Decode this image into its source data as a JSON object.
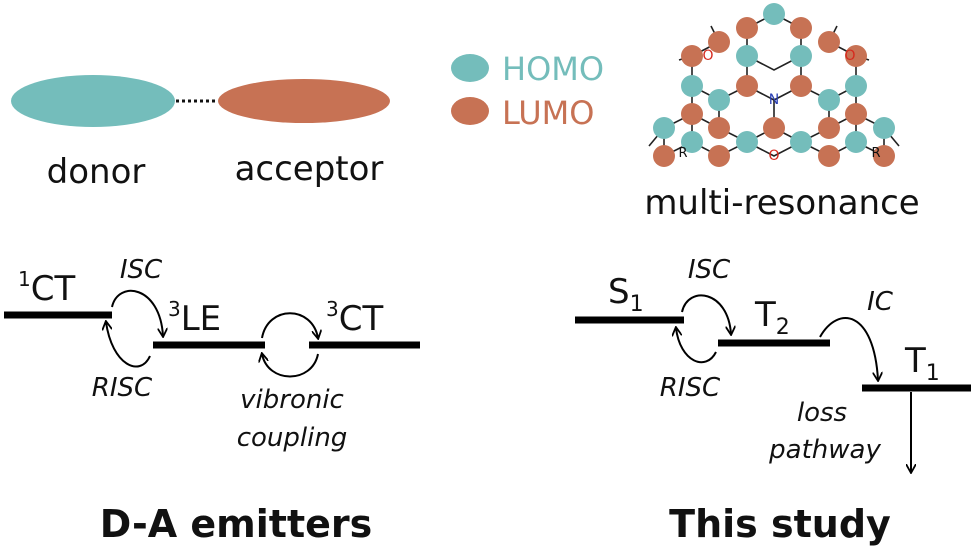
{
  "colors": {
    "homo": "#74bdbb",
    "lumo": "#c77254",
    "line": "#000000",
    "nitrogen": "#2a3fb5",
    "oxygen": "#d62a1e"
  },
  "legend": {
    "homo_label": "HOMO",
    "lumo_label": "LUMO"
  },
  "donor_acceptor": {
    "donor_label": "donor",
    "acceptor_label": "acceptor"
  },
  "molecule": {
    "caption": "multi-resonance",
    "n_atom": "N",
    "o_atom_center": "O",
    "o_atom_left": "O",
    "o_atom_right": "O",
    "r_left": "R",
    "r_right": "R"
  },
  "left_diagram": {
    "state1_main": "CT",
    "state1_sup": "1",
    "state2_main": "LE",
    "state2_sup": "3",
    "state3_main": "CT",
    "state3_sup": "3",
    "isc": "ISC",
    "risc": "RISC",
    "vibronic_line1": "vibronic",
    "vibronic_line2": "coupling",
    "title": "D-A emitters"
  },
  "right_diagram": {
    "state1_main": "S",
    "state1_sub": "1",
    "state2_main": "T",
    "state2_sub": "2",
    "state3_main": "T",
    "state3_sub": "1",
    "isc": "ISC",
    "risc": "RISC",
    "ic": "IC",
    "loss_line1": "loss",
    "loss_line2": "pathway",
    "title": "This study"
  }
}
